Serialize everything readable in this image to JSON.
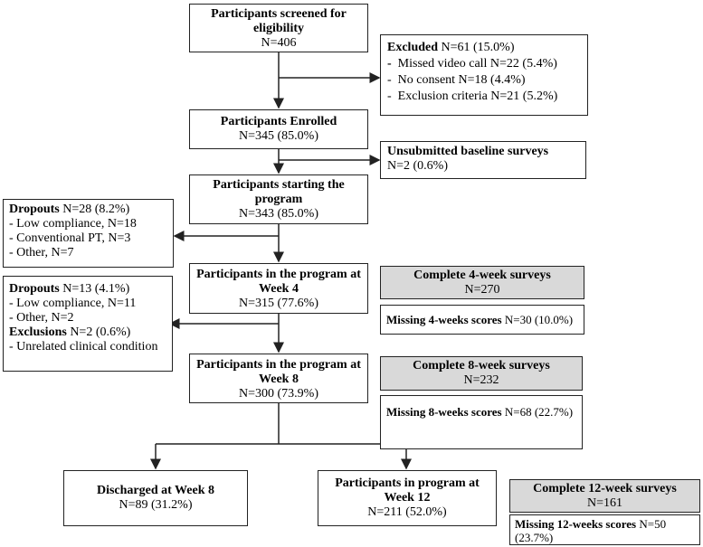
{
  "screened": {
    "title": "Participants screened for eligibility",
    "n": "N=406"
  },
  "excluded": {
    "label": "Excluded",
    "n": "N=61 (15.0%)",
    "items": [
      "Missed video call N=22 (5.4%)",
      "No consent N=18 (4.4%)",
      "Exclusion criteria N=21 (5.2%)"
    ]
  },
  "enrolled": {
    "title": "Participants Enrolled",
    "n": "N=345 (85.0%)"
  },
  "unsubmitted": {
    "title": "Unsubmitted baseline surveys",
    "n": "N=2 (0.6%)"
  },
  "starting": {
    "title": "Participants starting the program",
    "n": "N=343 (85.0%)"
  },
  "dropouts1": {
    "label": "Dropouts",
    "n": "N=28 (8.2%)",
    "items": [
      "- Low compliance, N=18",
      "- Conventional PT, N=3",
      "- Other, N=7"
    ]
  },
  "week4": {
    "title": "Participants in the program at Week 4",
    "n": "N=315 (77.6%)"
  },
  "complete4": {
    "title": "Complete 4-week surveys",
    "n": "N=270"
  },
  "missing4": {
    "label": "Missing 4-weeks scores",
    "n": "N=30 (10.0%)"
  },
  "dropouts2": {
    "label": "Dropouts",
    "n": "N=13 (4.1%)",
    "items": [
      "- Low compliance, N=11",
      "- Other, N=2"
    ],
    "excl_label": "Exclusions",
    "excl_n": "N=2 (0.6%)",
    "excl_items": [
      "- Unrelated clinical condition"
    ]
  },
  "week8": {
    "title": "Participants in the program at Week 8",
    "n": "N=300 (73.9%)"
  },
  "complete8": {
    "title": "Complete 8-week surveys",
    "n": "N=232"
  },
  "missing8": {
    "label": "Missing 8-weeks scores",
    "n": "N=68 (22.7%)"
  },
  "discharged": {
    "title": "Discharged at Week 8",
    "n": "N=89 (31.2%)"
  },
  "week12": {
    "title": "Participants in program at Week 12",
    "n": "N=211 (52.0%)"
  },
  "complete12": {
    "title": "Complete 12-week surveys",
    "n": "N=161"
  },
  "missing12": {
    "label": "Missing 12-weeks scores",
    "n": "N=50 (23.7%)"
  }
}
